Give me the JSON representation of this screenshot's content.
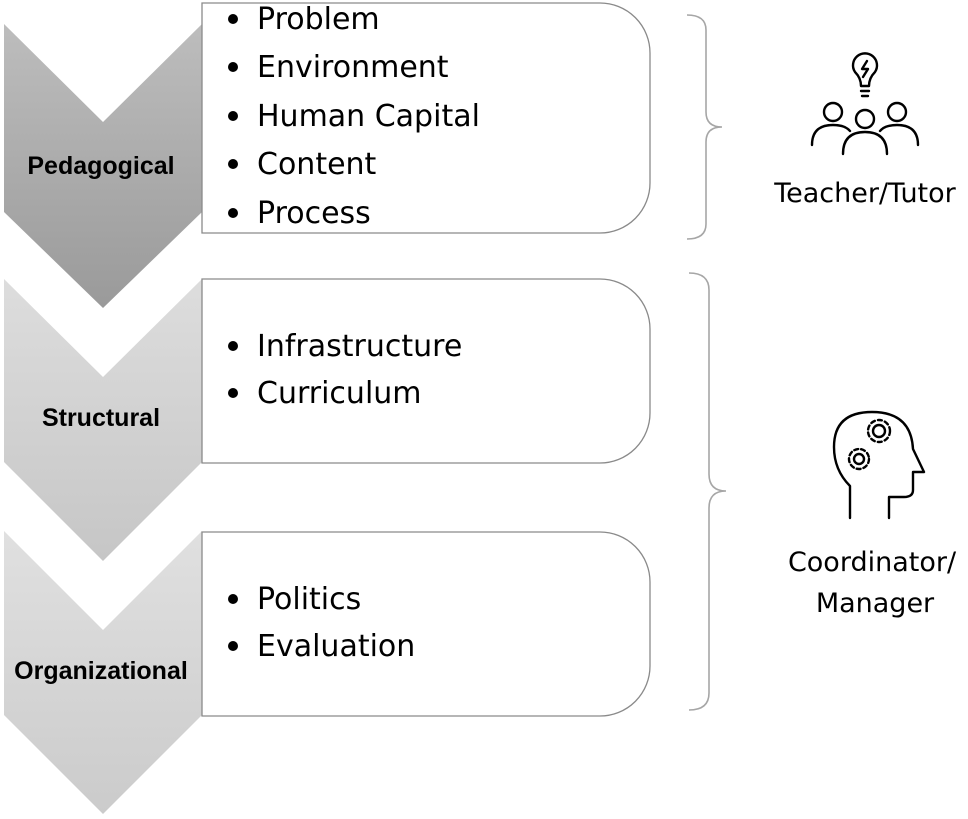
{
  "stages": [
    {
      "label": "Pedagogical",
      "color": "#a6a6a6",
      "items": [
        "Problem",
        "Environment",
        "Human Capital",
        "Content",
        "Process"
      ]
    },
    {
      "label": "Structural",
      "color": "#d0d0d0",
      "items": [
        "Infrastructure",
        "Curriculum"
      ]
    },
    {
      "label": "Organizational",
      "color": "#d5d5d5",
      "items": [
        "Politics",
        "Evaluation"
      ]
    }
  ],
  "roles": [
    {
      "label_lines": [
        "Teacher/Tutor"
      ],
      "icon": "team-idea-icon"
    },
    {
      "label_lines": [
        "Coordinator/",
        "Manager"
      ],
      "icon": "head-gears-icon"
    }
  ]
}
